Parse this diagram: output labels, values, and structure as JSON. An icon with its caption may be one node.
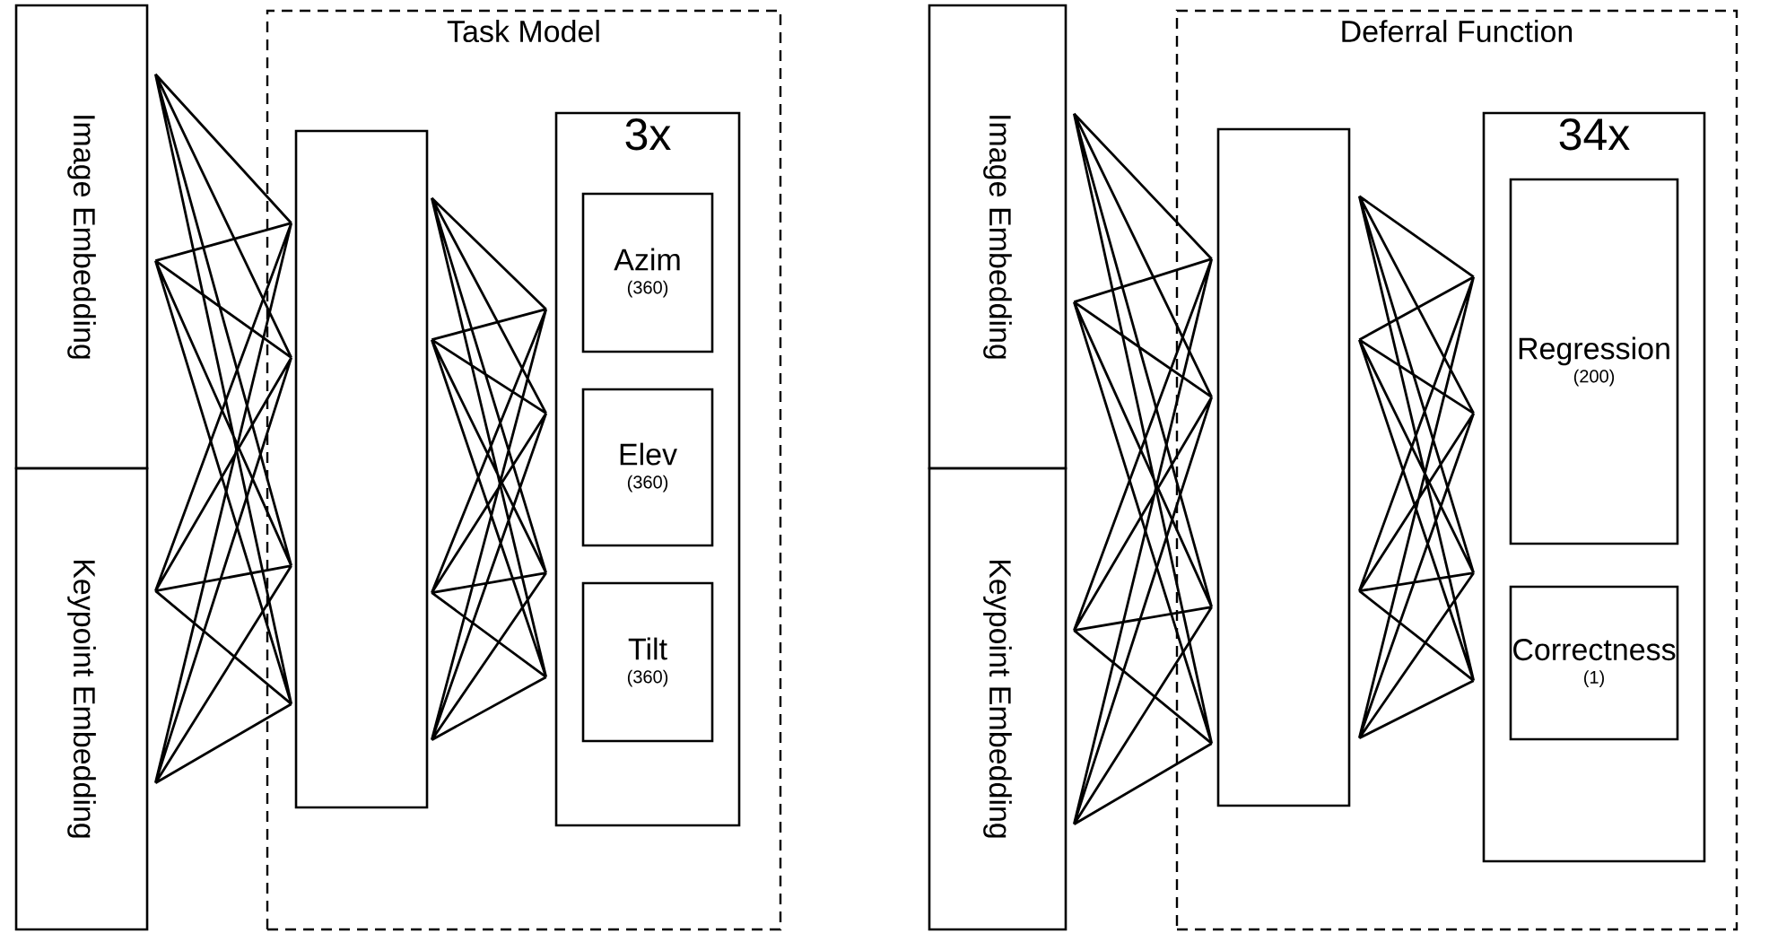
{
  "diagram": {
    "nodes": [
      {
        "text": [
          "Image Embedding"
        ]
      },
      {
        "text": [
          "Keypoint Embedding"
        ]
      },
      {
        "text": [
          "Task Model"
        ]
      },
      {
        "text": [],
        "shape": "box",
        "in": 2
      },
      {
        "text": [
          "3x"
        ],
        "in": 2
      },
      {
        "text": [
          "Azim",
          "(360)"
        ],
        "in": 4
      },
      {
        "text": [
          "Elev",
          "(360)"
        ],
        "in": 4
      },
      {
        "text": [
          "Tilt",
          "(360)"
        ],
        "in": 4
      },
      {
        "text": [
          "Image Embedding"
        ]
      },
      {
        "text": [
          "Keypoint Embedding"
        ]
      },
      {
        "text": [
          "Deferral Function"
        ]
      },
      {
        "text": [],
        "shape": "box",
        "in": 10
      },
      {
        "text": [
          "34x"
        ],
        "in": 10
      },
      {
        "text": [
          "Regression",
          "(200)"
        ],
        "in": 12
      },
      {
        "text": [
          "Correctness",
          "(1)"
        ],
        "in": 12
      }
    ],
    "edges": [
      {
        "from": 0,
        "to": 3,
        "arrow": "none"
      },
      {
        "from": 1,
        "to": 3,
        "arrow": "none"
      },
      {
        "from": 3,
        "to": 4,
        "arrow": "none"
      },
      {
        "from": 8,
        "to": 11,
        "arrow": "none"
      },
      {
        "from": 9,
        "to": 11,
        "arrow": "none"
      },
      {
        "from": 11,
        "to": 12,
        "arrow": "none"
      }
    ]
  }
}
